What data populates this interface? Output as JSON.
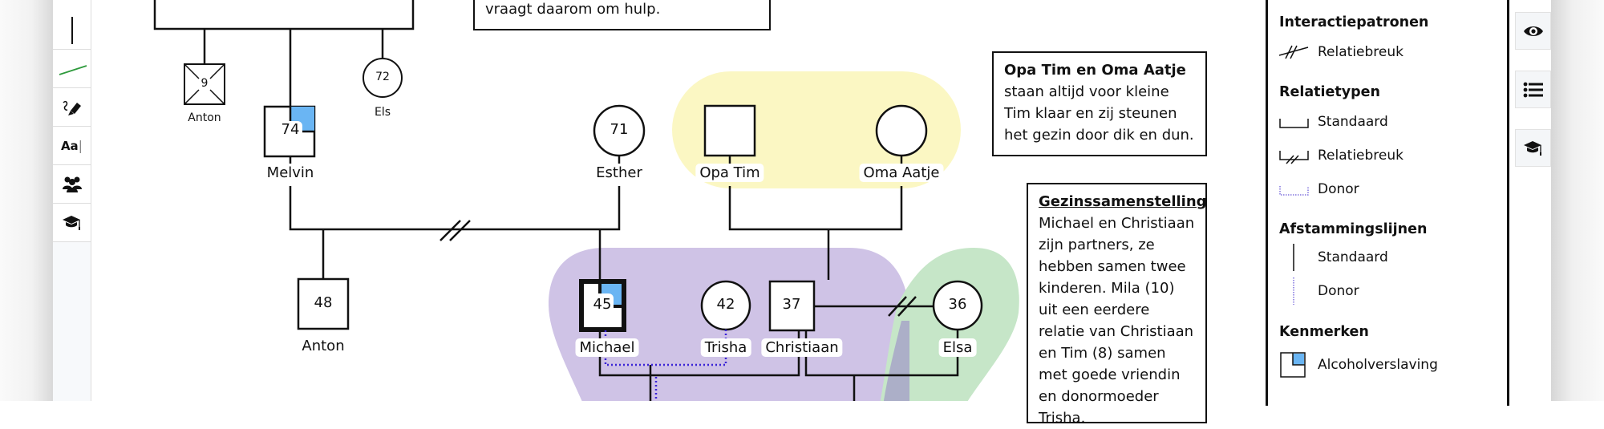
{
  "toolbar_left": {
    "tools": [
      {
        "name": "line-tool",
        "icon": "vertical-line-icon"
      },
      {
        "name": "relation-line-tool",
        "icon": "green-line-icon"
      },
      {
        "name": "draw-tool",
        "icon": "pen-icon"
      },
      {
        "name": "text-tool",
        "icon": "text-icon",
        "label": "Aa"
      },
      {
        "name": "group-tool",
        "icon": "users-icon"
      },
      {
        "name": "education-tool",
        "icon": "graduation-cap-icon"
      }
    ]
  },
  "toolbar_right": {
    "tools": [
      {
        "name": "view-button",
        "icon": "eye-icon"
      },
      {
        "name": "legend-button",
        "icon": "list-icon"
      },
      {
        "name": "education-button",
        "icon": "graduation-cap-icon"
      }
    ]
  },
  "notes": {
    "top_note_tail": "vraagt daarom om hulp.",
    "grandparents_note": {
      "title": "Opa Tim en Oma Aatje",
      "body": "staan altijd voor kleine Tim klaar en zij steunen het gezin door dik en dun."
    },
    "family_note": {
      "title": "Gezinssamenstelling",
      "body": "Michael en Christiaan zijn partners, ze hebben samen twee kinderen. Mila (10) uit een eerdere relatie van Christiaan en Tim (8) samen met goede vriendin en donormoeder Trisha."
    }
  },
  "people": {
    "anton_child": {
      "name": "Anton",
      "age": "9",
      "deceased": true
    },
    "melvin": {
      "name": "Melvin",
      "age": "74",
      "trait": "Alcoholverslaving"
    },
    "els": {
      "name": "Els",
      "age": "72"
    },
    "esther": {
      "name": "Esther",
      "age": "71"
    },
    "opa_tim": {
      "name": "Opa Tim",
      "age": ""
    },
    "oma_aatje": {
      "name": "Oma Aatje",
      "age": ""
    },
    "anton": {
      "name": "Anton",
      "age": "48"
    },
    "michael": {
      "name": "Michael",
      "age": "45",
      "trait": "Alcoholverslaving",
      "index_person": true
    },
    "trisha": {
      "name": "Trisha",
      "age": "42"
    },
    "christiaan": {
      "name": "Christiaan",
      "age": "37"
    },
    "elsa": {
      "name": "Elsa",
      "age": "36"
    }
  },
  "groups": {
    "grandparents_color": "#fbf7c3",
    "household_color": "#cfc3e6",
    "previous_relation_color": "#c6e6c8"
  },
  "colors": {
    "trait_fill": "#6ab5f3",
    "donor_line": "#3a24d6",
    "line": "#111111"
  },
  "legend": {
    "sections": [
      {
        "title": "Interactiepatronen",
        "items": [
          {
            "label": "Relatiebreuk",
            "symbol": "relation-break"
          }
        ]
      },
      {
        "title": "Relatietypen",
        "items": [
          {
            "label": "Standaard",
            "symbol": "standard-relation"
          },
          {
            "label": "Relatiebreuk",
            "symbol": "broken-relation"
          },
          {
            "label": "Donor",
            "symbol": "donor-relation"
          }
        ]
      },
      {
        "title": "Afstammingslijnen",
        "items": [
          {
            "label": "Standaard",
            "symbol": "standard-descent"
          },
          {
            "label": "Donor",
            "symbol": "donor-descent"
          }
        ]
      },
      {
        "title": "Kenmerken",
        "items": [
          {
            "label": "Alcoholverslaving",
            "symbol": "trait-alcohol"
          }
        ]
      }
    ]
  }
}
